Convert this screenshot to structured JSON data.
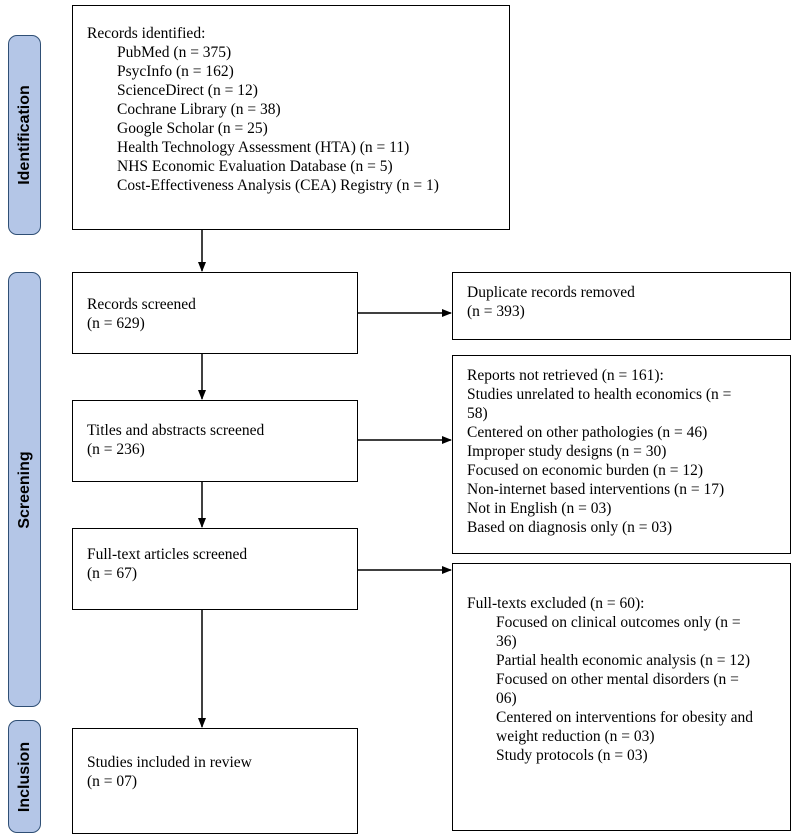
{
  "phases": {
    "identification": "Identification",
    "screening": "Screening",
    "inclusion": "Inclusion"
  },
  "identified": {
    "title": "Records identified:",
    "items": [
      "PubMed (n = 375)",
      "PsycInfo (n = 162)",
      "ScienceDirect (n = 12)",
      "Cochrane Library (n = 38)",
      "Google Scholar (n = 25)",
      "Health Technology Assessment (HTA) (n = 11)",
      "NHS Economic Evaluation Database (n = 5)",
      "Cost-Effectiveness Analysis (CEA) Registry (n = 1)"
    ]
  },
  "screened": {
    "title": "Records screened",
    "count": "(n = 629)"
  },
  "duplicates": {
    "title": "Duplicate records removed",
    "count": "(n = 393)"
  },
  "titles": {
    "title": "Titles and abstracts screened",
    "count": "(n = 236)"
  },
  "not_retrieved": {
    "items": [
      "Reports not retrieved (n = 161):",
      "Studies unrelated to health economics (n =",
      "58)",
      "Centered on other pathologies (n = 46)",
      "Improper study designs (n = 30)",
      "Focused on economic burden (n = 12)",
      "Non-internet based interventions (n = 17)",
      "Not in English (n = 03)",
      "Based on diagnosis only (n = 03)"
    ]
  },
  "fulltext": {
    "title": "Full-text articles screened",
    "count": "(n = 67)"
  },
  "excluded": {
    "title": "Full-texts excluded (n = 60):",
    "items": [
      "Focused on clinical outcomes only (n =",
      "36)",
      "Partial health economic analysis (n = 12)",
      "Focused on other mental disorders (n =",
      "06)",
      "Centered on interventions for obesity and",
      "weight reduction (n = 03)",
      "Study protocols (n = 03)"
    ]
  },
  "included": {
    "title": "Studies included in review",
    "count": "(n = 07)"
  }
}
